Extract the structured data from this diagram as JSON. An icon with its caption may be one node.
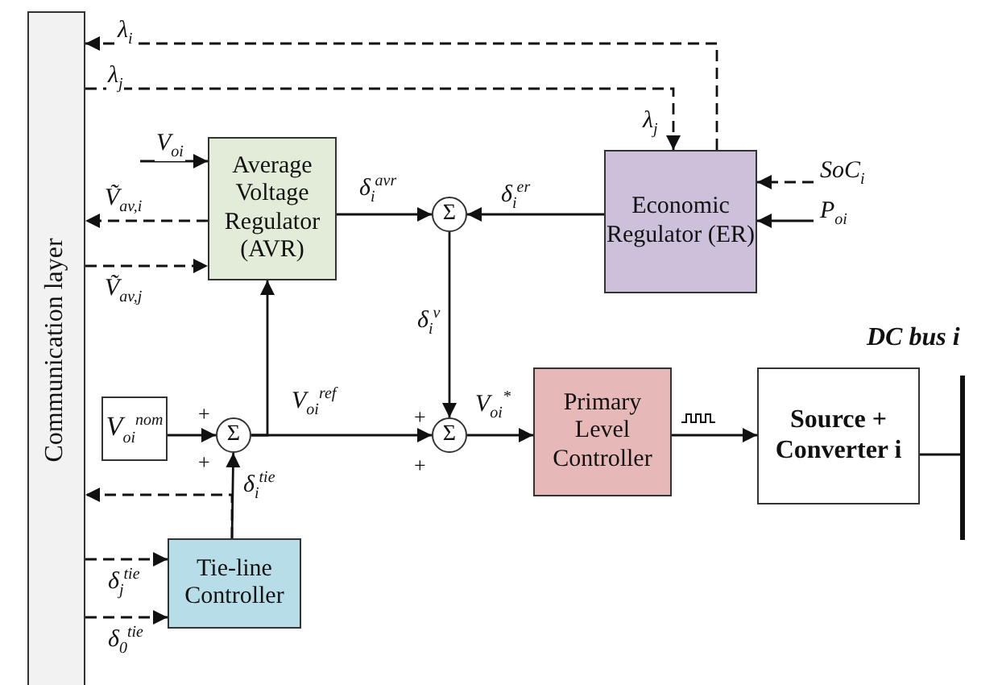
{
  "diagram": {
    "nodes": [
      {
        "text": [
          "Communication layer"
        ]
      },
      {
        "text": [
          "Average Voltage Regulator (AVR)"
        ]
      },
      {
        "text": [
          "Σ"
        ]
      },
      {
        "text": [
          "Economic Regulator (ER)"
        ]
      },
      {
        "text": [
          "V$_{oi}$$^{nom}$"
        ]
      },
      {
        "text": [
          "Σ"
        ]
      },
      {
        "text": [
          "Σ"
        ]
      },
      {
        "text": [
          "Primary Level Controller"
        ]
      },
      {
        "text": [
          "Source + Converter i"
        ]
      },
      {
        "text": [],
        "shape": "bar",
        "beside": [
          "DC bus i"
        ]
      },
      {
        "text": [
          "Tie-line Controller"
        ]
      }
    ],
    "edges": [
      {
        "from": 3,
        "to": 0,
        "arrow": "to",
        "label": "λ$_{i}$",
        "style": "dashed"
      },
      {
        "from": 0,
        "to": 3,
        "arrow": "to",
        "label": "λ$_{j}$",
        "style": "dashed"
      },
      {
        "from": null,
        "to": 1,
        "arrow": "to",
        "label": "V$_{oi}$"
      },
      {
        "from": 1,
        "to": 0,
        "arrow": "to",
        "label": "Ṽ$_{av,i}$",
        "style": "dashed"
      },
      {
        "from": 0,
        "to": 1,
        "arrow": "to",
        "label": "Ṽ$_{av,j}$",
        "style": "dashed"
      },
      {
        "from": 1,
        "to": 2,
        "arrow": "to",
        "label": "δ$_{i}$$^{avr}$"
      },
      {
        "from": 3,
        "to": 2,
        "arrow": "to",
        "label": "δ$_{i}$$^{er}$"
      },
      {
        "from": 2,
        "to": 6,
        "arrow": "to",
        "label": "δ$_{i}$$^{v}$"
      },
      {
        "from": 4,
        "to": 5,
        "arrow": "to"
      },
      {
        "from": 5,
        "to": 6,
        "arrow": "to",
        "label": "V$_{oi}$$^{ref}$"
      },
      {
        "from": 5,
        "to": 1,
        "arrow": "to"
      },
      {
        "from": 10,
        "to": 5,
        "arrow": "to",
        "label": "δ$_{i}$$^{tie}$"
      },
      {
        "from": 10,
        "to": 0,
        "arrow": "to",
        "style": "dashed"
      },
      {
        "from": 0,
        "to": 10,
        "arrow": "to",
        "label": "δ$_{j}$$^{tie}$",
        "style": "dashed"
      },
      {
        "from": 0,
        "to": 10,
        "arrow": "to",
        "label": "δ$_{0}$$^{tie}$",
        "style": "dashed"
      },
      {
        "from": 6,
        "to": 7,
        "arrow": "to",
        "label": "V$_{oi}$$^{*}$"
      },
      {
        "from": 7,
        "to": 8,
        "arrow": "to"
      },
      {
        "from": 8,
        "to": 9,
        "arrow": "none"
      },
      {
        "from": null,
        "to": 3,
        "arrow": "to",
        "label": "SoC$_{i}$",
        "style": "dashed"
      },
      {
        "from": null,
        "to": 3,
        "arrow": "to",
        "label": "P$_{oi}$"
      }
    ],
    "labels": [
      "λ$_{j}$",
      "+",
      "+",
      "+",
      "+"
    ]
  }
}
